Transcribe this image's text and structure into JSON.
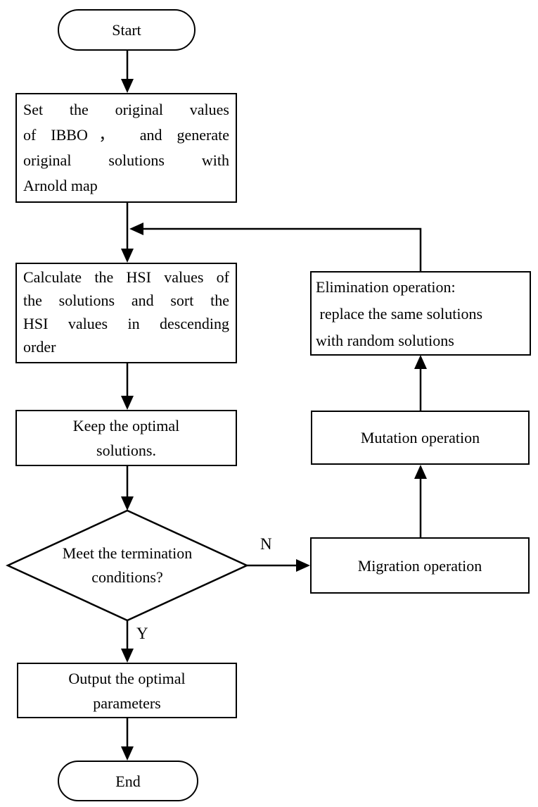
{
  "diagram": {
    "colors": {
      "line": "#000000",
      "background": "#ffffff",
      "node_fill": "#ffffff"
    },
    "nodes": {
      "start": {
        "type": "terminator",
        "label": "Start"
      },
      "init": {
        "type": "process",
        "lines": [
          "Set the original values",
          "of IBBO， and generate",
          "original solutions with",
          "Arnold map"
        ]
      },
      "calc": {
        "type": "process",
        "lines": [
          "Calculate the HSI values of",
          "the solutions and sort the",
          "HSI values in descending",
          "order"
        ]
      },
      "keep": {
        "type": "process",
        "lines": [
          "Keep the optimal",
          "solutions."
        ]
      },
      "decision": {
        "type": "decision",
        "lines": [
          "Meet the termination",
          "conditions?"
        ]
      },
      "migration": {
        "type": "process",
        "label": "Migration operation"
      },
      "mutation": {
        "type": "process",
        "label": "Mutation operation"
      },
      "elimination": {
        "type": "process",
        "lines": [
          "Elimination operation:",
          " replace the same solutions",
          "with random solutions"
        ]
      },
      "output": {
        "type": "process",
        "lines": [
          "Output the optimal",
          "parameters"
        ]
      },
      "end": {
        "type": "terminator",
        "label": "End"
      }
    },
    "edge_labels": {
      "no": "N",
      "yes": "Y"
    }
  }
}
